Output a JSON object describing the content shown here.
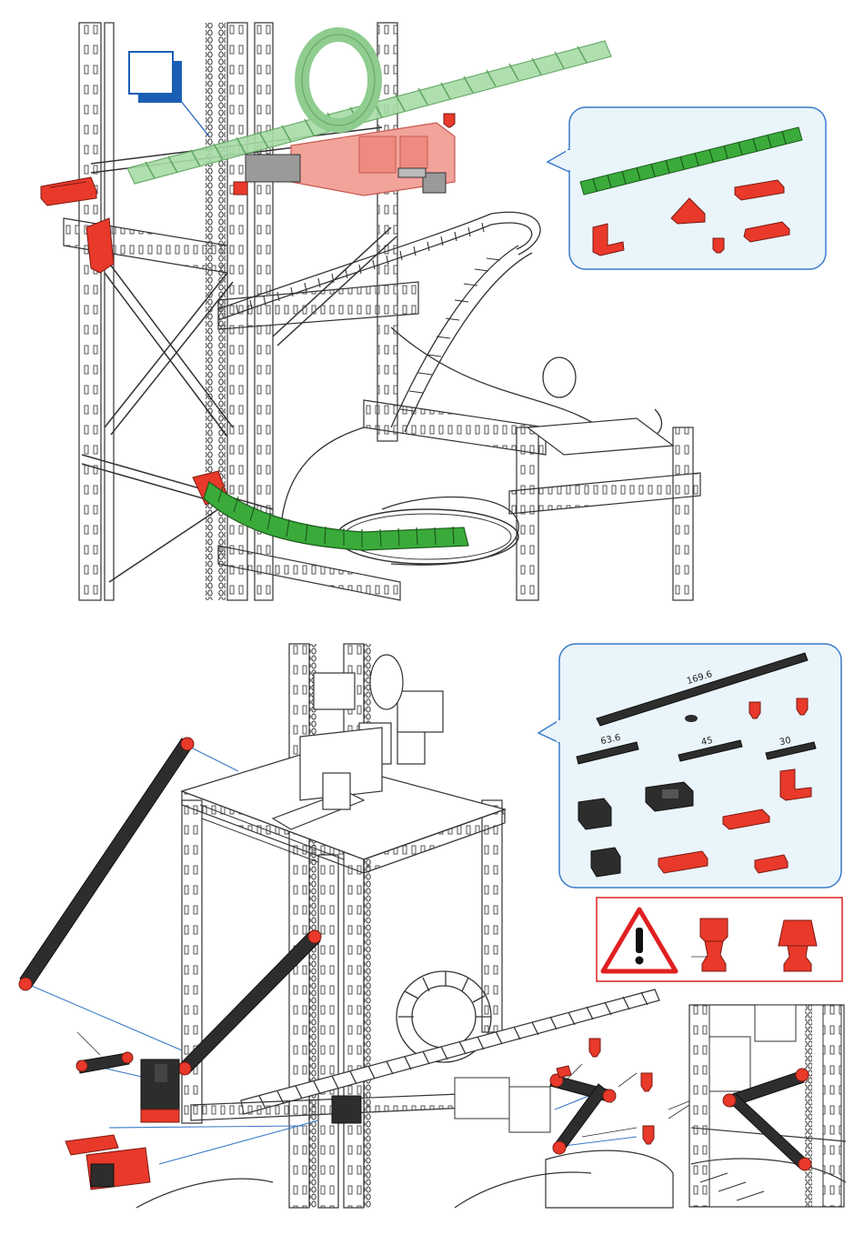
{
  "step_upper": {
    "number": "",
    "parts_callout": {
      "parts": [
        "green-chain-track",
        "red-angle-block",
        "red-triangle-piece",
        "red-flat-plate-small",
        "red-peg",
        "red-flat-plate-large"
      ]
    }
  },
  "step_lower": {
    "parts_callout": {
      "lengths": {
        "long_strut": "169.6",
        "strut_a": "63.6",
        "strut_b": "45",
        "strut_c": "30"
      }
    },
    "warning": {
      "icon": "exclamation-warning-icon"
    }
  },
  "colors": {
    "red": "#e8392a",
    "green": "#3aab3a",
    "light_green": "#a7dba7",
    "callout_border": "#3a7ac9",
    "callout_fill": "#eaf5fb",
    "dark_part": "#2d2d2d",
    "warning_border": "#e02020"
  }
}
